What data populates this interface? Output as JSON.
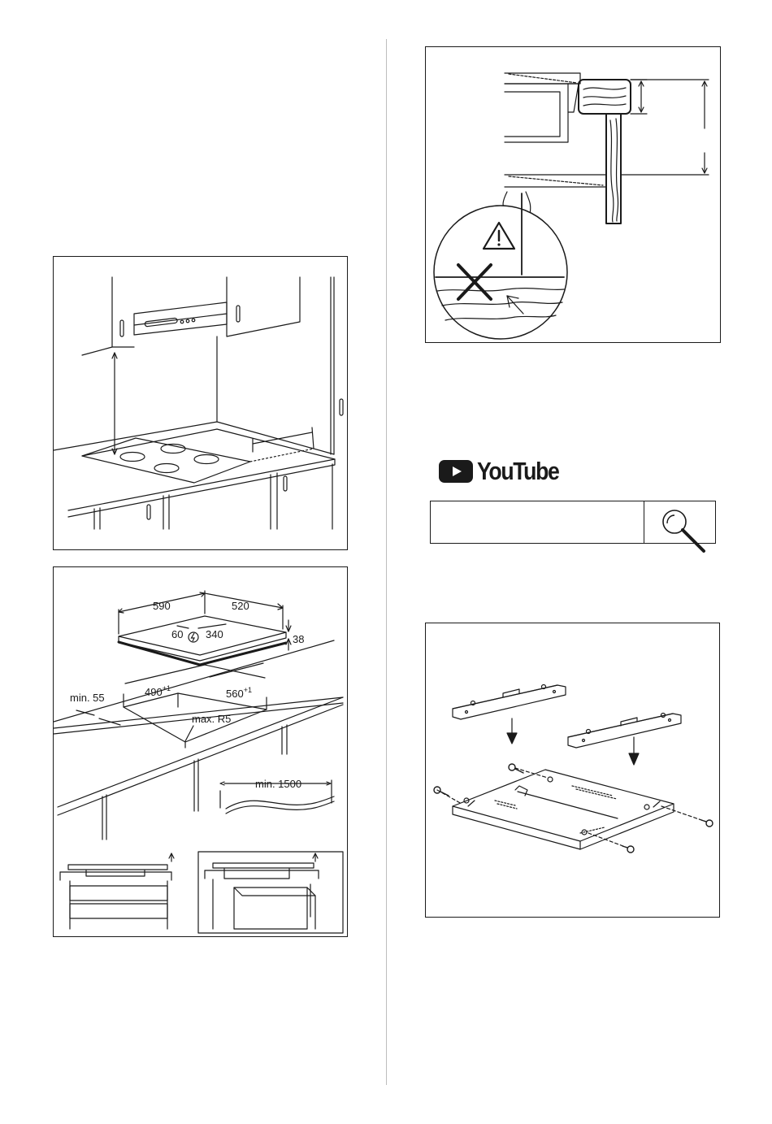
{
  "figures": {
    "dimensions": {
      "hob_width": "590",
      "hob_depth": "520",
      "connection_offset": "60",
      "connection_distance": "340",
      "hob_height": "38",
      "cutout_width": "490",
      "cutout_width_tolerance": "+1",
      "cutout_depth": "560",
      "cutout_depth_tolerance": "+1",
      "min_edge_distance": "min. 55",
      "max_corner_radius": "max. R5",
      "min_cable_length": "min. 1500"
    }
  },
  "video": {
    "brand": "YouTube",
    "search_placeholder": ""
  },
  "colors": {
    "line": "#1a1a1a",
    "youtube_logo": "#1a1a1a",
    "divider": "#bdbdbd"
  },
  "icons": {
    "warning": "warning-triangle-icon",
    "prohibited": "cross-mark-icon",
    "search": "magnifier-icon",
    "play": "play-icon"
  }
}
